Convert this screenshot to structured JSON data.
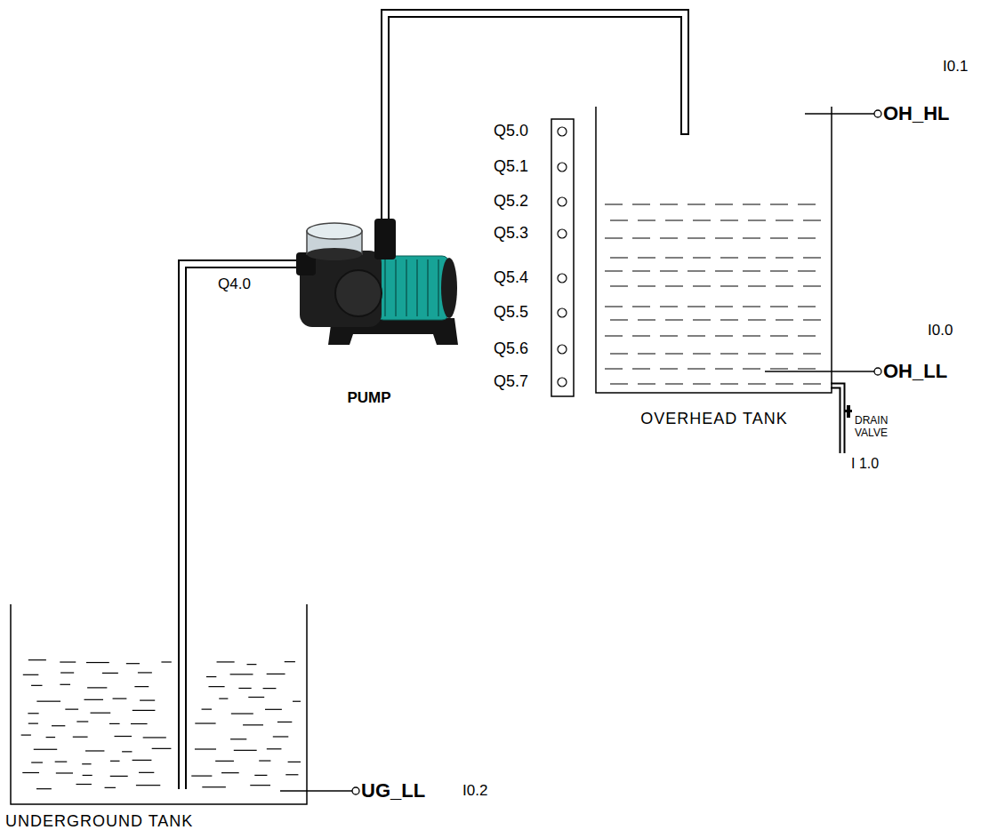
{
  "diagram": {
    "nodes": [
      {
        "text": [
          "OVERHEAD TANK"
        ]
      },
      {
        "text": [
          "PUMP"
        ]
      },
      {
        "text": [
          "UNDERGROUND TANK"
        ]
      }
    ],
    "edges": [
      {
        "from": 2,
        "to": 1,
        "arrow": "none"
      },
      {
        "from": 1,
        "to": 0,
        "arrow": "none"
      }
    ],
    "labels": [
      "Q5.0",
      "Q5.1",
      "Q5.2",
      "Q5.3",
      "Q5.4",
      "Q5.5",
      "Q5.6",
      "Q5.7",
      "Q4.0",
      "I0.1",
      "OH_HL",
      "I0.0",
      "OH_LL",
      "DRAIN VALVE",
      "I 1.0",
      "UG_LL",
      "I0.2"
    ]
  }
}
